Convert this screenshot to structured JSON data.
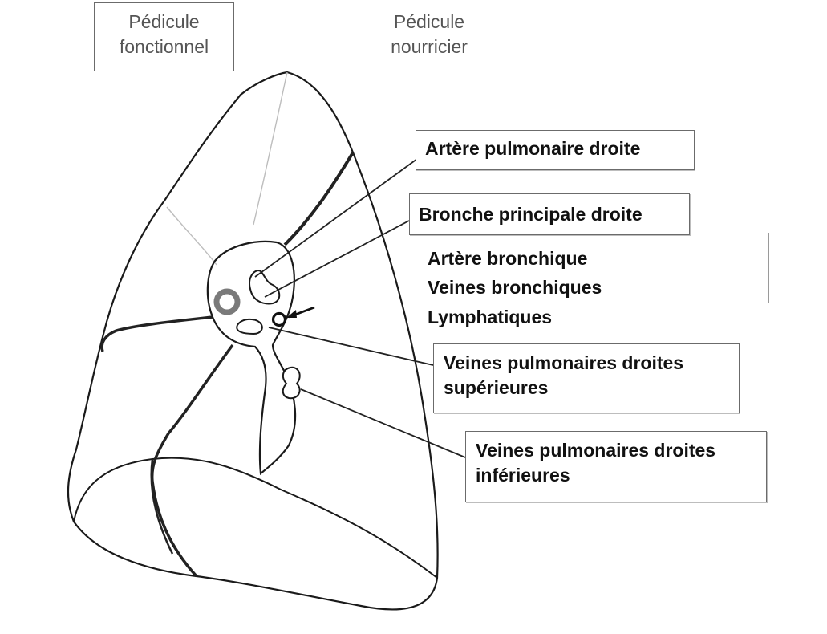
{
  "header": {
    "functional_pedicle": "Pédicule\nfonctionnel",
    "nutritive_pedicle": "Pédicule\nnourricier"
  },
  "labels": {
    "right_pulmonary_artery": "Artère pulmonaire droite",
    "right_main_bronchus": "Bronche principale droite",
    "bronchial_artery": "Artère bronchique",
    "bronchial_veins": "Veines bronchiques",
    "lymphatics": "Lymphatiques",
    "superior_right_pulmonary_veins": "Veines pulmonaires droites\nsupérieures",
    "inferior_right_pulmonary_veins": "Veines pulmonaires droites\ninférieures"
  },
  "colors": {
    "outline": "#1a1a1a",
    "fissure": "#222222",
    "faint_line": "#bdbdbd",
    "artery_ring": "#7a7a7a",
    "box_border": "#6b6b6b"
  }
}
